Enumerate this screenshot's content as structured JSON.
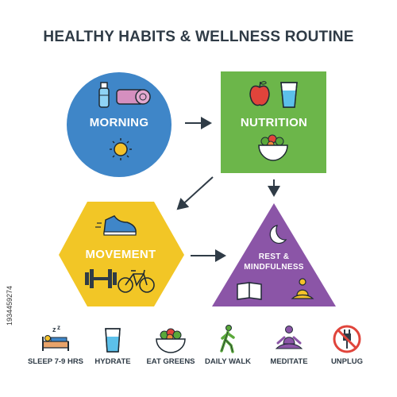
{
  "title": "HEALTHY HABITS & WELLNESS ROUTINE",
  "stock_id": "1934459274",
  "nodes": {
    "morning": {
      "label": "MORNING",
      "color": "#3f86c8",
      "icons": [
        "water-bottle-icon",
        "yoga-mat-icon",
        "sun-icon"
      ]
    },
    "nutrition": {
      "label": "NUTRITION",
      "color": "#6cb64a",
      "icons": [
        "apple-icon",
        "water-glass-icon",
        "salad-bowl-icon"
      ]
    },
    "movement": {
      "label": "MOVEMENT",
      "color": "#f2c626",
      "icons": [
        "running-shoe-icon",
        "dumbbell-icon",
        "bicycle-icon"
      ]
    },
    "rest": {
      "label_line1": "REST &",
      "label_line2": "MINDFULNESS",
      "color": "#8b55a7",
      "icons": [
        "moon-icon",
        "book-icon",
        "meditation-icon"
      ]
    }
  },
  "habits": [
    {
      "label": "SLEEP 7-9 HRS",
      "icon": "sleep-bed-icon"
    },
    {
      "label": "HYDRATE",
      "icon": "water-glass-icon"
    },
    {
      "label": "EAT GREENS",
      "icon": "salad-bowl-icon"
    },
    {
      "label": "DAILY WALK",
      "icon": "walking-person-icon"
    },
    {
      "label": "MEDITATE",
      "icon": "meditation-icon"
    },
    {
      "label": "UNPLUG",
      "icon": "no-plug-icon"
    }
  ]
}
